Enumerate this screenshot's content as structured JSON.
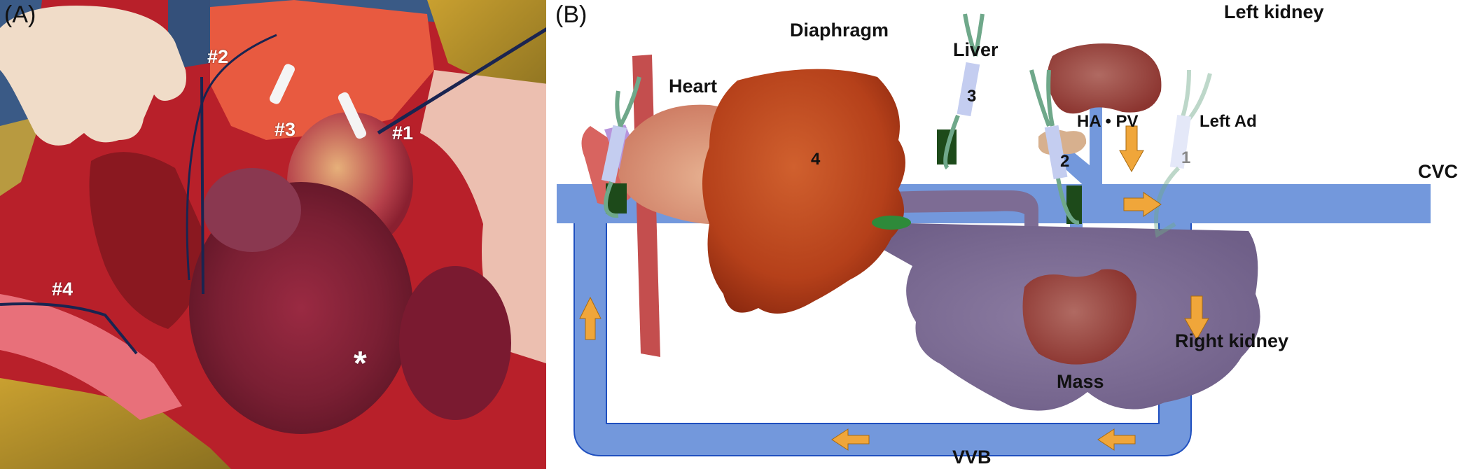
{
  "figure": {
    "panel_a": {
      "label": "(A)",
      "description": "Intraoperative photograph",
      "tags": [
        {
          "id": "loop-2",
          "text": "#2"
        },
        {
          "id": "loop-3",
          "text": "#3"
        },
        {
          "id": "loop-1",
          "text": "#1"
        },
        {
          "id": "loop-4",
          "text": "#4"
        },
        {
          "id": "mass",
          "text": "*"
        }
      ]
    },
    "panel_b": {
      "label": "(B)",
      "description": "Schematic diagram",
      "organs": {
        "heart": "Heart",
        "diaphragm": "Diaphragm",
        "liver": "Liver",
        "left_kidney": "Left kidney",
        "left_adrenal": "Left Ad",
        "right_kidney": "Right kidney",
        "mass": "Mass",
        "ha_pv": "HA • PV",
        "cvc": "CVC",
        "vvb": "VVB"
      },
      "tourniquets": [
        "1",
        "2",
        "3",
        "4"
      ],
      "colors": {
        "vessel": "#7398dc",
        "vessel_border": "#1f4fbf",
        "arrow": "#f0a63a",
        "liver": "#b8401a",
        "heart": "#d9967a",
        "kidney": "#933b33",
        "mass": "#7d6c94",
        "diaphragm": "#c44e4e",
        "hepatic_artery": "#c85050",
        "portal_vein": "#a57fc6",
        "clamp": "#1d4a1a",
        "tube": "#6fa88a"
      },
      "flow_arrows": [
        "right (CVC)",
        "down (left renal vein)",
        "down (VVB right limb)",
        "left (VVB bottom)",
        "left (VVB bottom)",
        "up (VVB left limb)"
      ]
    }
  }
}
